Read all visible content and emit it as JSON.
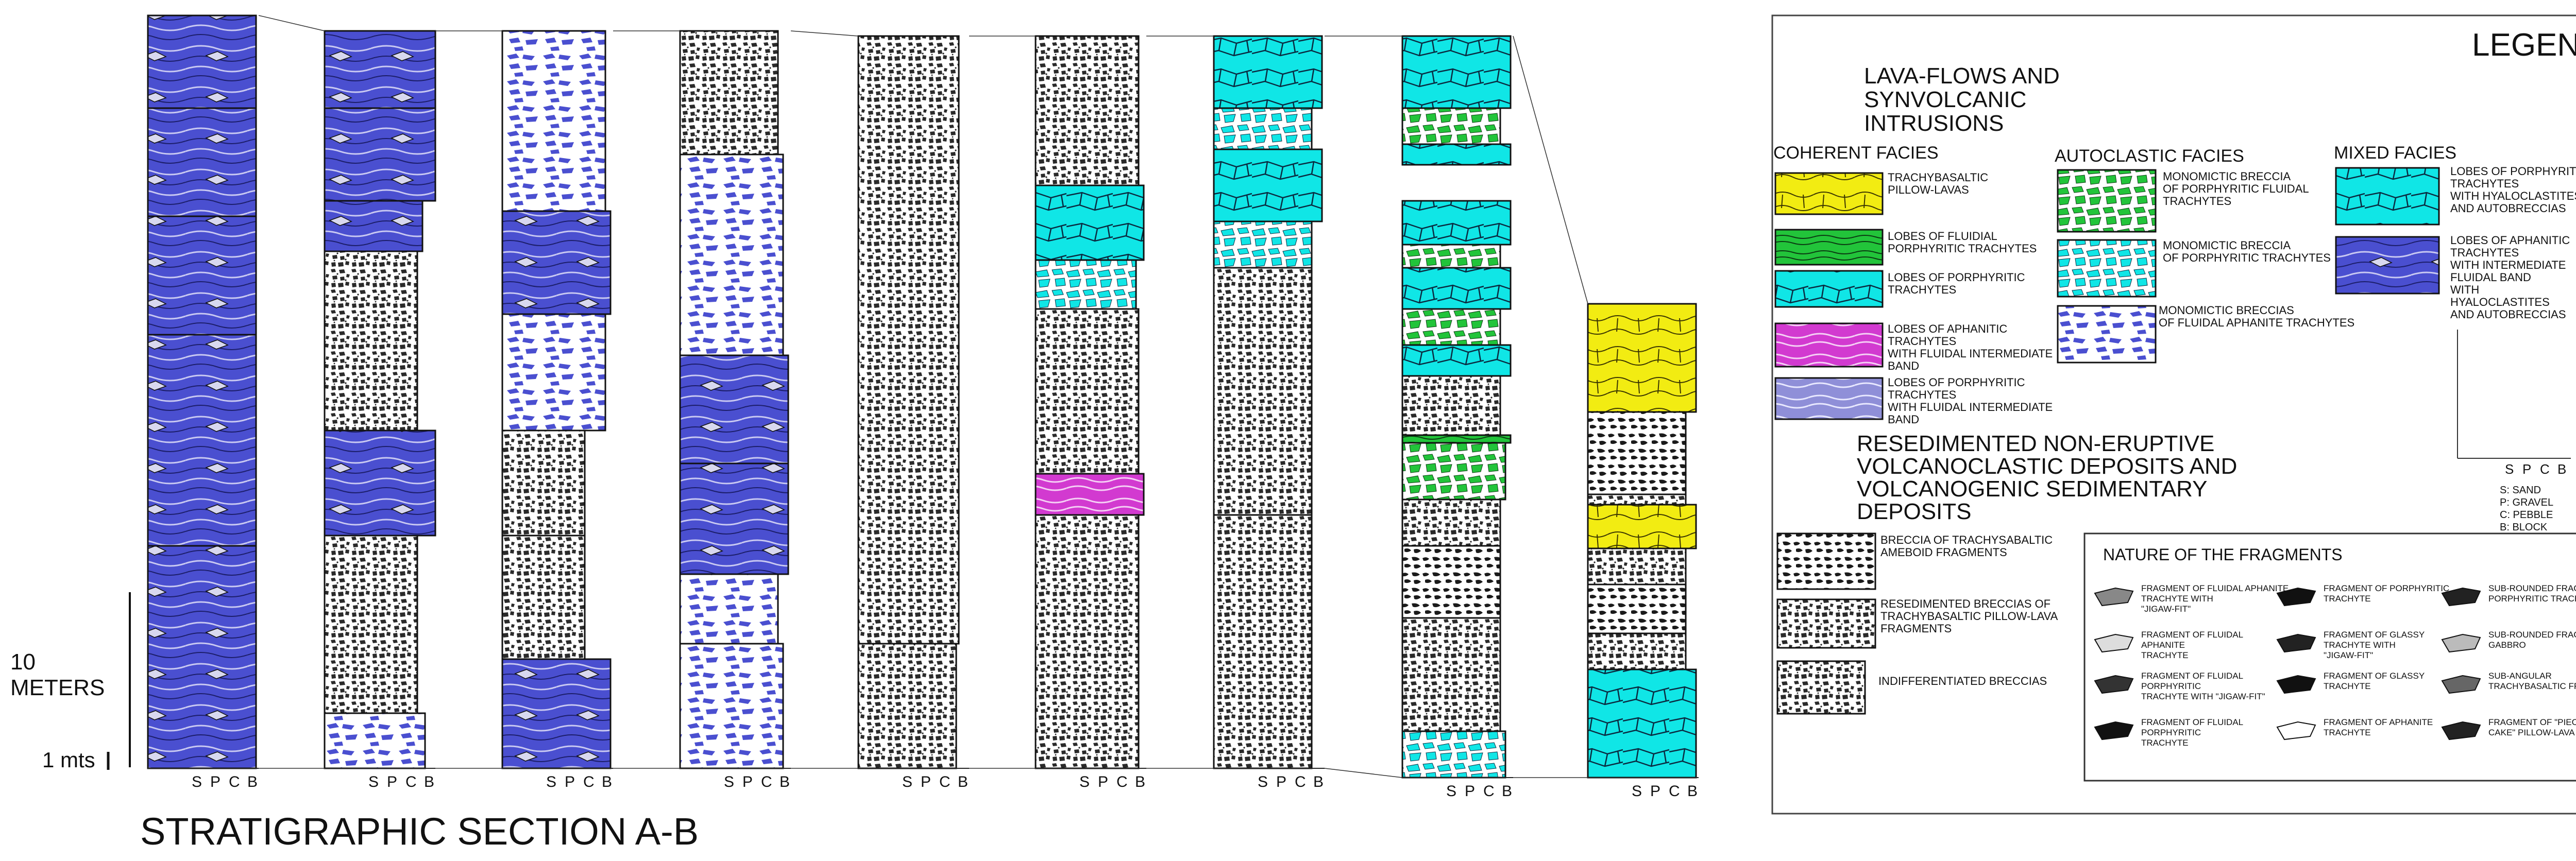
{
  "title": "STRATIGRAPHIC SECTION A-B",
  "scale": {
    "meters_label_top": "10",
    "meters_label_bottom": "METERS",
    "small_label": "1 mts"
  },
  "grain_axis": [
    "S",
    "P",
    "C",
    "B"
  ],
  "colors": {
    "blue_fluidal": "#4a4fd0",
    "cyan": "#10e6e6",
    "green": "#22c43a",
    "yellow": "#f2ec12",
    "magenta": "#d23ad0",
    "lavender": "#8f8fd8",
    "breccia_gray": "#8a8a8a"
  },
  "legend": {
    "title": "LEGEND",
    "lava_heading_1": "LAVA-FLOWS AND",
    "lava_heading_2": "SYNVOLCANIC",
    "lava_heading_3": "INTRUSIONS",
    "coherent_heading": "COHERENT FACIES",
    "autoclastic_heading": "AUTOCLASTIC FACIES",
    "mixed_heading": "MIXED FACIES",
    "coherent_items": [
      {
        "line1": "TRACHYBASALTIC",
        "line2": "PILLOW-LAVAS",
        "line3": "",
        "line4": ""
      },
      {
        "line1": "LOBES OF FLUIDIAL",
        "line2": "PORPHYRITIC TRACHYTES",
        "line3": "",
        "line4": ""
      },
      {
        "line1": "LOBES OF PORPHYRITIC",
        "line2": "TRACHYTES",
        "line3": "",
        "line4": ""
      },
      {
        "line1": "LOBES OF APHANITIC",
        "line2": "TRACHYTES",
        "line3": "WITH FLUIDAL INTERMEDIATE",
        "line4": "BAND"
      },
      {
        "line1": "LOBES OF PORPHYRITIC",
        "line2": "TRACHYTES",
        "line3": "WITH FLUIDAL INTERMEDIATE",
        "line4": "BAND"
      }
    ],
    "autoclastic_items": [
      {
        "line1": "MONOMICTIC BRECCIA",
        "line2": "OF PORPHYRITIC FLUIDAL",
        "line3": "TRACHYTES"
      },
      {
        "line1": "MONOMICTIC BRECCIA",
        "line2": "OF PORPHYRITIC TRACHYTES",
        "line3": ""
      },
      {
        "line1": "MONOMICTIC BRECCIAS",
        "line2": "OF FLUIDAL APHANITE TRACHYTES",
        "line3": ""
      }
    ],
    "mixed_items": [
      {
        "line1": "LOBES OF PORPHYRITIC",
        "line2": "TRACHYTES",
        "line3": "WITH HYALOCLASTITES",
        "line4": "AND AUTOBRECCIAS",
        "line5": "",
        "line6": ""
      },
      {
        "line1": "LOBES OF APHANITIC",
        "line2": "TRACHYTES",
        "line3": "WITH INTERMEDIATE",
        "line4": "FLUIDAL BAND",
        "line5": "WITH",
        "line6": "HYALOCLASTITES"
      }
    ],
    "mixed_item2_line7": "AND AUTOBRECCIAS",
    "resedimented_heading_1": "RESEDIMENTED NON-ERUPTIVE",
    "resedimented_heading_2": "VOLCANOCLASTIC DEPOSITS AND",
    "resedimented_heading_3": "VOLCANOGENIC SEDIMENTARY",
    "resedimented_heading_4": "DEPOSITS",
    "resedimented_items": [
      {
        "line1": "BRECCIA OF TRACHYSABALTIC",
        "line2": "AMEBOID FRAGMENTS",
        "line3": ""
      },
      {
        "line1": "RESEDIMENTED BRECCIAS OF",
        "line2": "TRACHYBASALTIC PILLOW-LAVA",
        "line3": "FRAGMENTS"
      },
      {
        "line1": "INDIFFERENTIATED BRECCIAS",
        "line2": "",
        "line3": ""
      }
    ],
    "grain_key": [
      "S: SAND",
      "P: GRAVEL",
      "C: PEBBLE",
      "B: BLOCK"
    ],
    "fragments_heading": "NATURE OF THE FRAGMENTS",
    "fragments": [
      {
        "line1": "FRAGMENT OF FLUIDAL APHANITE",
        "line2": "TRACHYTE WITH",
        "line3": "\"JIGAW-FIT\""
      },
      {
        "line1": "FRAGMENT OF FLUIDAL",
        "line2": "APHANITE",
        "line3": "TRACHYTE"
      },
      {
        "line1": "FRAGMENT OF FLUIDAL",
        "line2": "PORPHYRITIC",
        "line3": "TRACHYTE WITH \"JIGAW-FIT\""
      },
      {
        "line1": "FRAGMENT OF FLUIDAL",
        "line2": "PORPHYRITIC",
        "line3": "TRACHYTE"
      },
      {
        "line1": "FRAGMENT OF PORPHYRITIC",
        "line2": "TRACHYTE",
        "line3": ""
      },
      {
        "line1": "FRAGMENT OF GLASSY",
        "line2": "TRACHYTE WITH",
        "line3": "\"JIGAW-FIT\""
      },
      {
        "line1": "FRAGMENT OF GLASSY",
        "line2": "TRACHYTE",
        "line3": ""
      },
      {
        "line1": "FRAGMENT OF APHANITE",
        "line2": "TRACHYTE",
        "line3": ""
      },
      {
        "line1": "SUB-ROUNDED FRAGMENT OF",
        "line2": "PORPHYRITIC TRACHYTE",
        "line3": ""
      },
      {
        "line1": "SUB-ROUNDED FRAGMENT OF",
        "line2": "GABBRO",
        "line3": ""
      },
      {
        "line1": "SUB-ANGULAR",
        "line2": "TRACHYBASALTIC FRAGMENT",
        "line3": ""
      },
      {
        "line1": "FRAGMENT OF \"PIECE OF",
        "line2": "CAKE\" PILLOW-LAVA",
        "line3": ""
      }
    ]
  }
}
